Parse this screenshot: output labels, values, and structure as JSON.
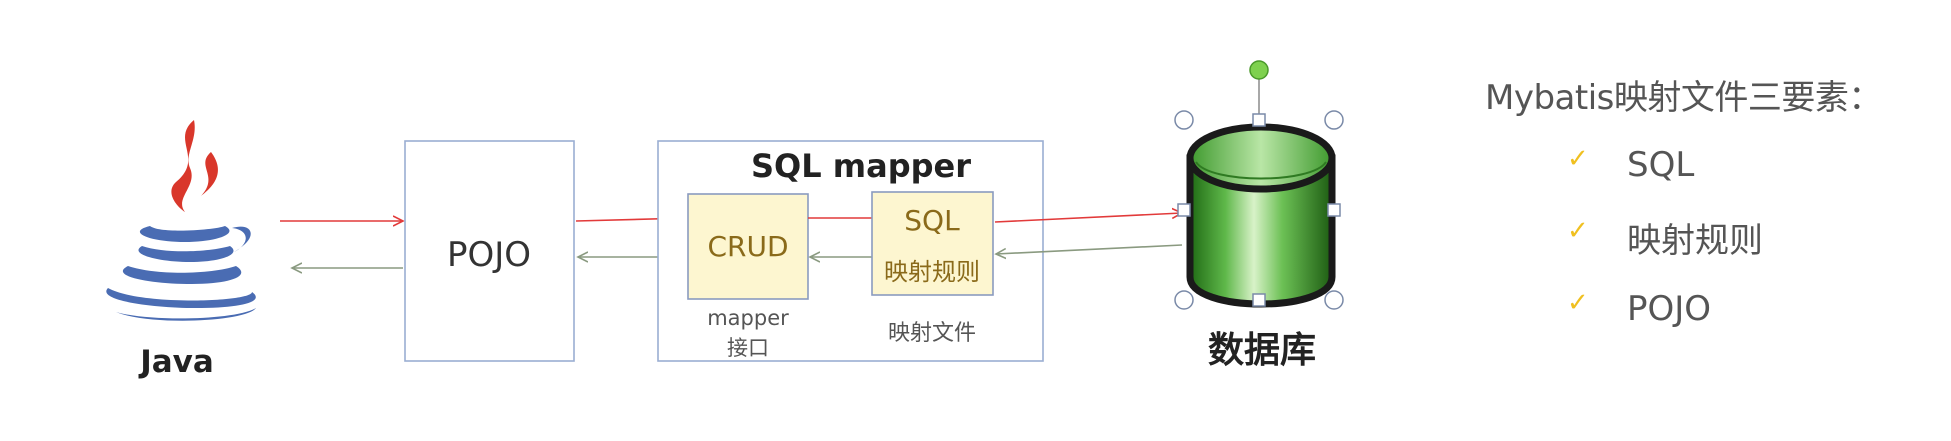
{
  "diagram": {
    "java_label": "Java",
    "pojo_label": "POJO",
    "sql_mapper_title": "SQL mapper",
    "crud_label": "CRUD",
    "mapper_interface_line1": "mapper",
    "mapper_interface_line2": "接口",
    "sql_box_line1": "SQL",
    "sql_box_line2": "映射规则",
    "mapping_file_label": "映射文件",
    "database_label": "数据库"
  },
  "panel": {
    "title": "Mybatis映射文件三要素：",
    "items": [
      "SQL",
      "映射规则",
      "POJO"
    ]
  },
  "colors": {
    "request_arrow": "#e23a3a",
    "response_arrow": "#8a9a80",
    "box_border": "#9aaed2",
    "yellow_fill": "#fdf6d0",
    "yellow_border": "#8a9bbf",
    "database_green": "#3d9a2a",
    "checkmark": "#f0c020"
  },
  "icons": {
    "java_logo": "java-coffee-cup-icon",
    "database": "database-cylinder-icon",
    "check": "checkmark-icon"
  }
}
